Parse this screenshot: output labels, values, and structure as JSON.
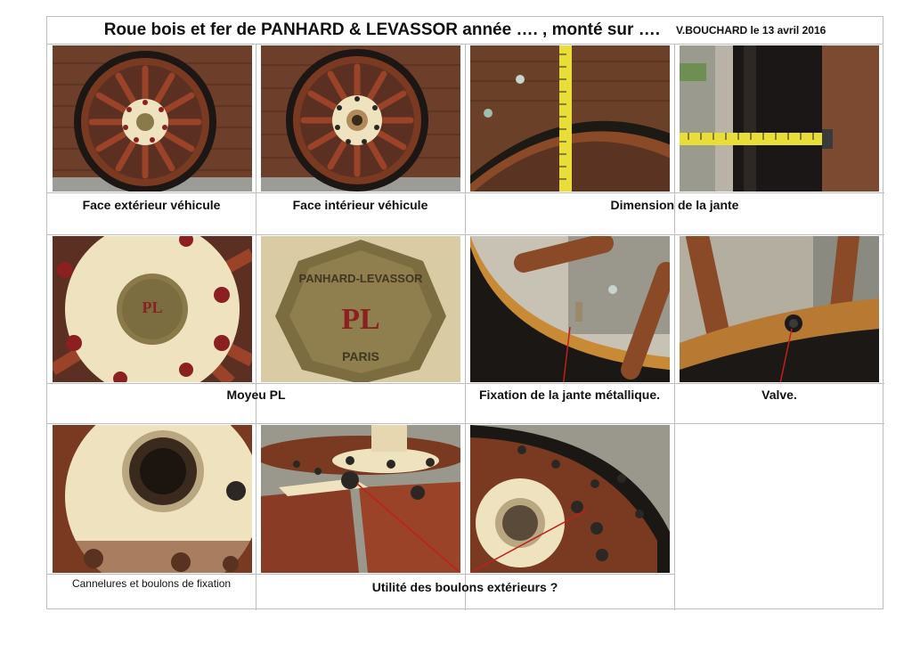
{
  "header": {
    "title": "Roue bois et fer de PANHARD & LEVASSOR année …. , monté sur ….",
    "author_date": "V.BOUCHARD le 13 avril 2016"
  },
  "captions": {
    "face_ext": "Face extérieur véhicule",
    "face_int": "Face intérieur véhicule",
    "dimension": "Dimension de la jante",
    "moyeu": "Moyeu PL",
    "fixation": "Fixation de la jante métallique.",
    "valve": "Valve.",
    "cannelures": "Cannelures et boulons de fixation",
    "utilite": "Utilité des boulons extérieurs ?"
  },
  "hub_cap_text": {
    "brand": "PANHARD-LEVASSOR",
    "city": "PARIS",
    "monogram": "PL"
  },
  "colors": {
    "wood": "#8a3b26",
    "cream": "#efe3bf",
    "brass": "#8a7a4a",
    "bolt_red": "#8c1f1f",
    "tape_yellow": "#e9dd3a"
  }
}
